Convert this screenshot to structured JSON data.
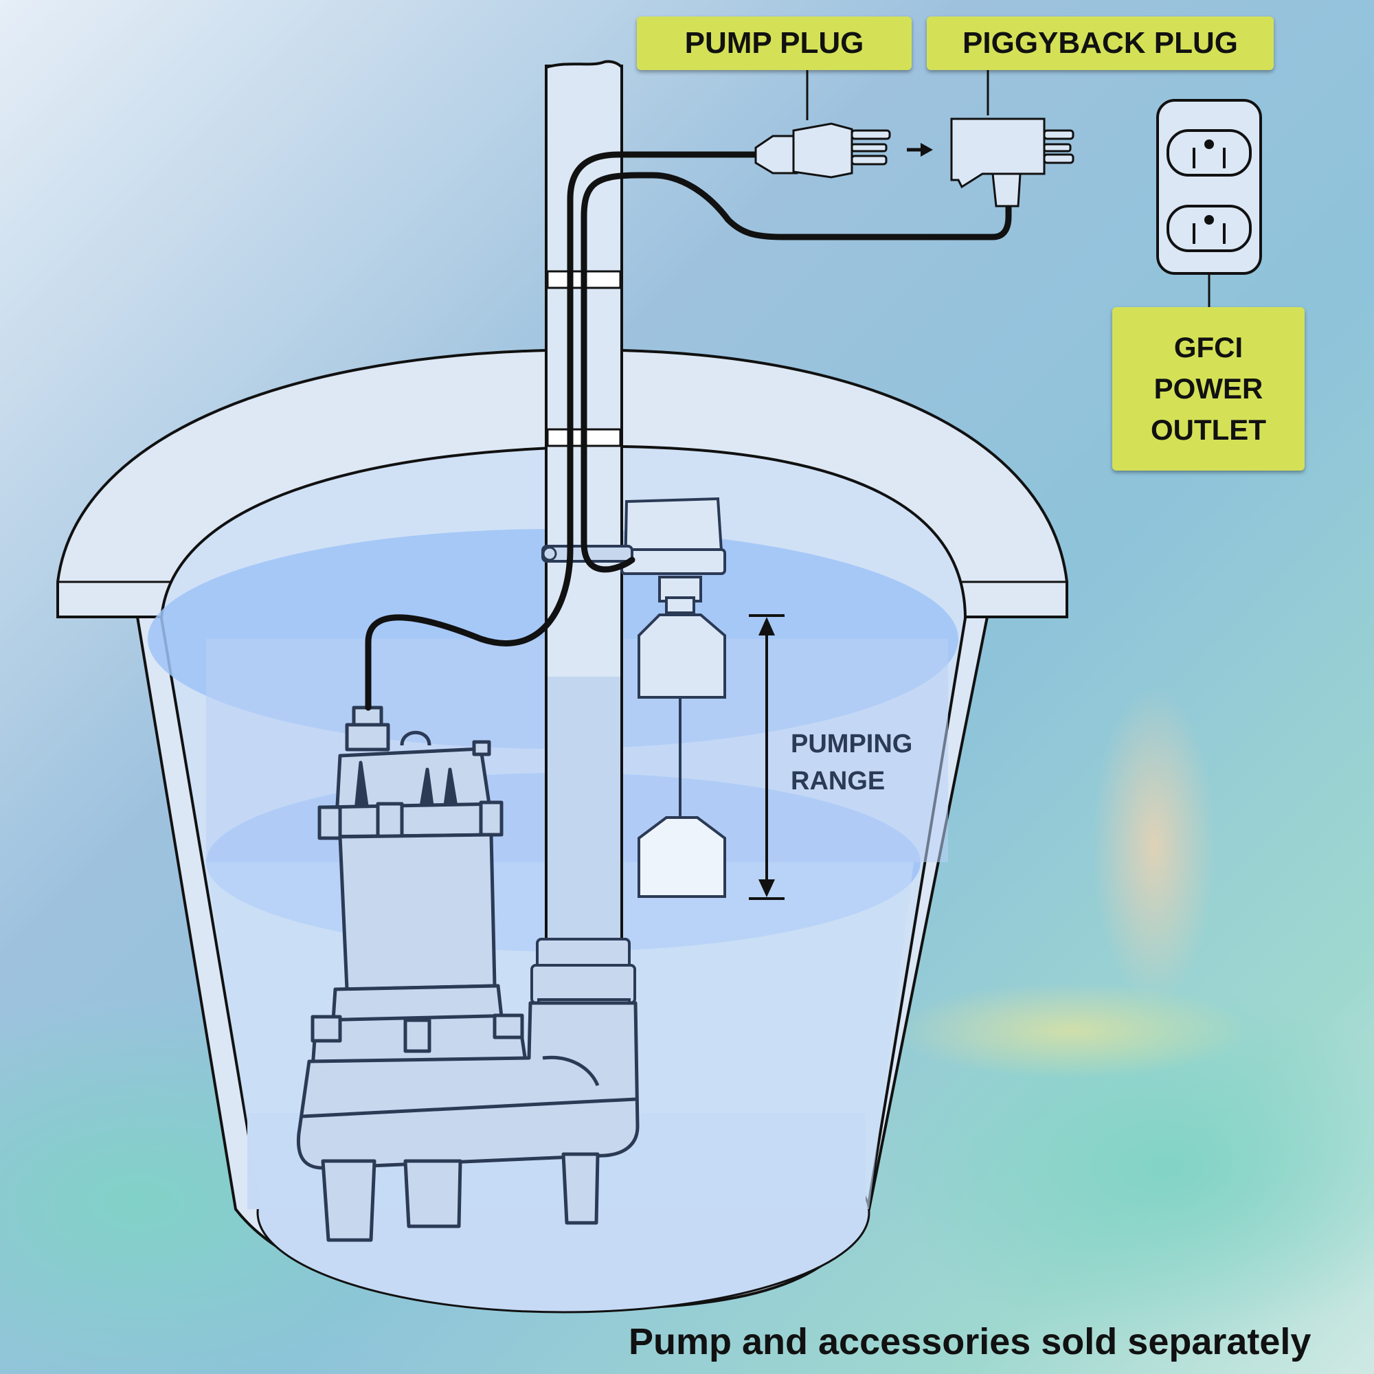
{
  "labels": {
    "pump_plug": "PUMP PLUG",
    "piggyback_plug": "PIGGYBACK PLUG",
    "gfci_line1": "GFCI",
    "gfci_line2": "POWER",
    "gfci_line3": "OUTLET",
    "pumping_range_line1": "PUMPING",
    "pumping_range_line2": "RANGE"
  },
  "footer": "Pump and accessories sold separately",
  "colors": {
    "label_bg": "#d4e157",
    "water": "#9fc3f7",
    "basin": "#dde8f4",
    "outline": "#111111",
    "pump_outline": "#2b3a55"
  }
}
